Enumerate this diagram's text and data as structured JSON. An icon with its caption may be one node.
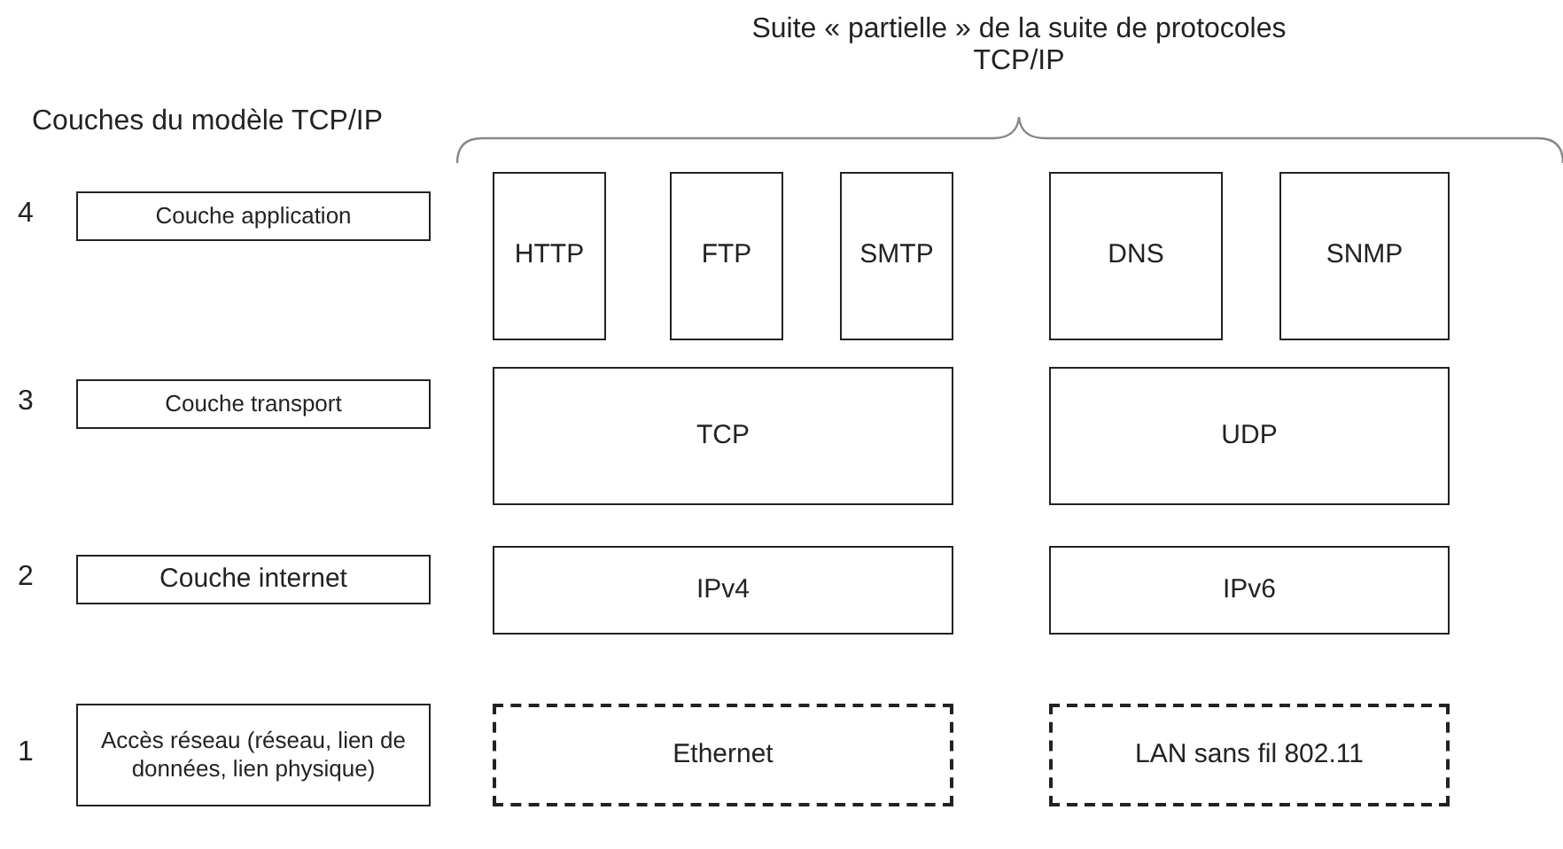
{
  "diagram": {
    "nodes": [
      {
        "text": [
          "Couche application"
        ],
        "beside": [
          "4"
        ]
      },
      {
        "text": [
          "HTTP"
        ]
      },
      {
        "text": [
          "FTP"
        ]
      },
      {
        "text": [
          "SMTP"
        ]
      },
      {
        "text": [
          "DNS"
        ]
      },
      {
        "text": [
          "SNMP"
        ]
      },
      {
        "text": [
          "Couche transport"
        ],
        "beside": [
          "3"
        ]
      },
      {
        "text": [
          "TCP"
        ]
      },
      {
        "text": [
          "UDP"
        ]
      },
      {
        "text": [
          "Couche internet"
        ],
        "beside": [
          "2"
        ]
      },
      {
        "text": [
          "IPv4"
        ]
      },
      {
        "text": [
          "IPv6"
        ]
      },
      {
        "text": [
          "Accès réseau (réseau, lien de données, lien physique)"
        ],
        "beside": [
          "1"
        ]
      },
      {
        "text": [
          "Ethernet"
        ]
      },
      {
        "text": [
          "LAN sans fil 802.11"
        ]
      }
    ],
    "edges": [],
    "labels": [
      "Couches du modèle TCP/IP",
      "Suite « partielle » de la suite de protocoles TCP/IP"
    ]
  }
}
